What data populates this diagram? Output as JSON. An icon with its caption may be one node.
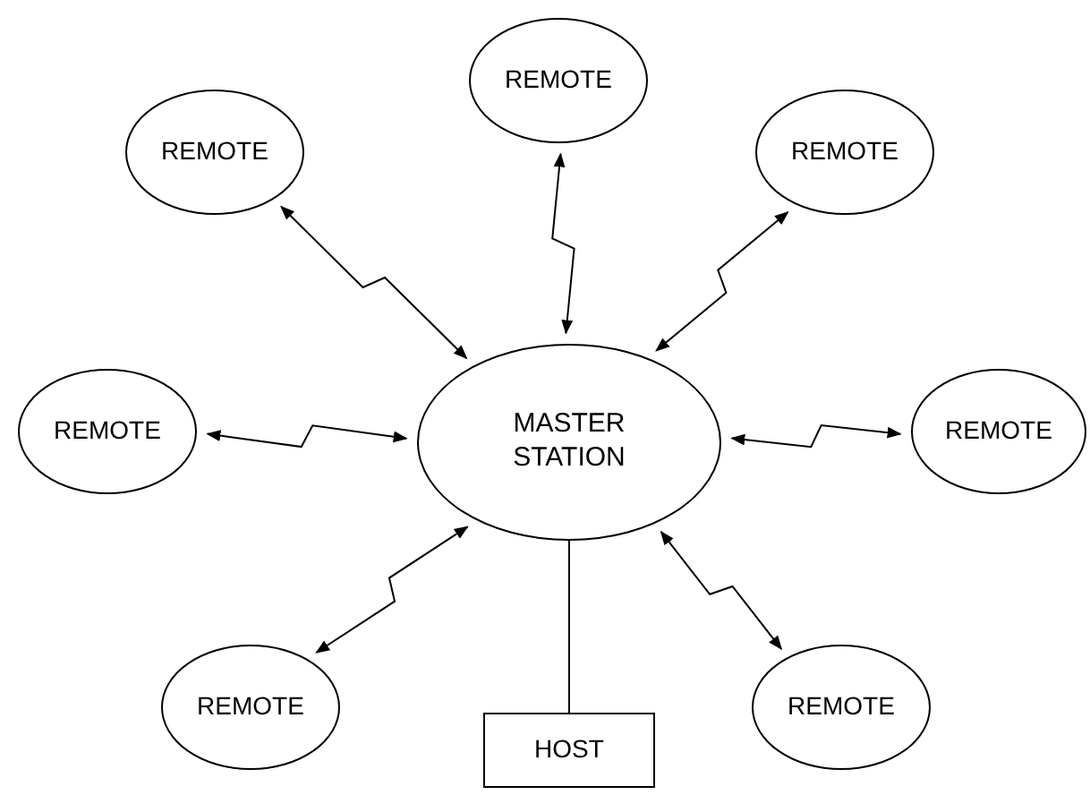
{
  "diagram": {
    "nodes": [
      {
        "text": [
          "REMOTE"
        ]
      },
      {
        "text": [
          "REMOTE"
        ]
      },
      {
        "text": [
          "REMOTE"
        ]
      },
      {
        "text": [
          "REMOTE"
        ]
      },
      {
        "text": [
          "MASTER STATION"
        ]
      },
      {
        "text": [
          "REMOTE"
        ]
      },
      {
        "text": [
          "REMOTE"
        ]
      },
      {
        "text": [
          "REMOTE"
        ]
      },
      {
        "text": [
          "HOST"
        ]
      }
    ],
    "edges": [
      {
        "from": 0,
        "to": 4,
        "arrow": "both"
      },
      {
        "from": 1,
        "to": 4,
        "arrow": "both"
      },
      {
        "from": 2,
        "to": 4,
        "arrow": "both"
      },
      {
        "from": 3,
        "to": 4,
        "arrow": "both"
      },
      {
        "from": 5,
        "to": 4,
        "arrow": "both"
      },
      {
        "from": 6,
        "to": 4,
        "arrow": "both"
      },
      {
        "from": 7,
        "to": 4,
        "arrow": "both"
      },
      {
        "from": 4,
        "to": 8,
        "arrow": "none"
      }
    ]
  }
}
